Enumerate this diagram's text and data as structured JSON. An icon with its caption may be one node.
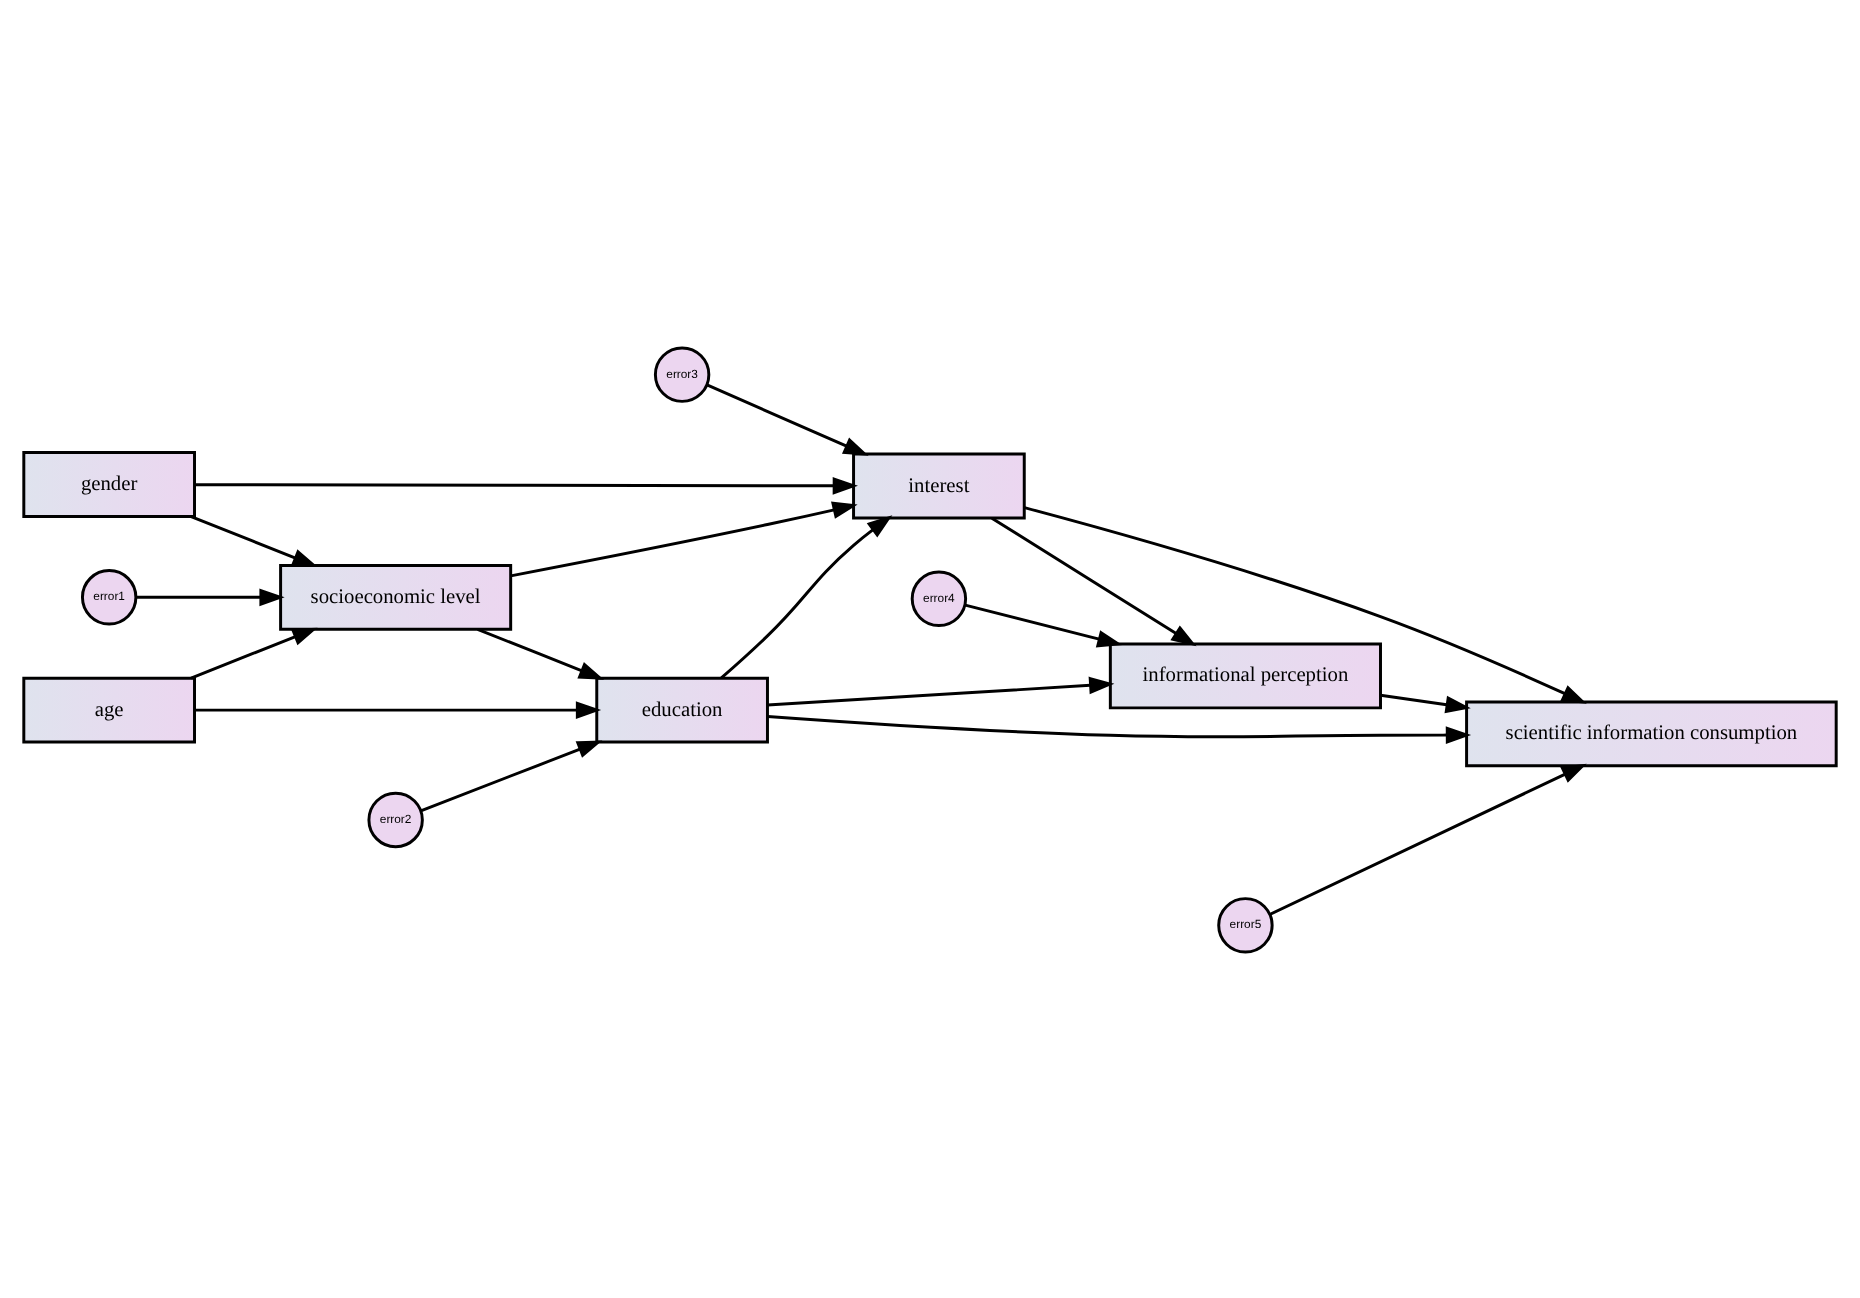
{
  "diagram": {
    "nodes": [
      {
        "text": [
          "gender"
        ]
      },
      {
        "text": [
          "socioeconomic level"
        ]
      },
      {
        "text": [
          "age"
        ]
      },
      {
        "text": [
          "education"
        ]
      },
      {
        "text": [
          "interest"
        ]
      },
      {
        "text": [
          "informational perception"
        ]
      },
      {
        "text": [
          "scientific information consumption"
        ]
      },
      {
        "text": [
          "error1"
        ]
      },
      {
        "text": [
          "error2"
        ]
      },
      {
        "text": [
          "error3"
        ]
      },
      {
        "text": [
          "error4"
        ]
      },
      {
        "text": [
          "error5"
        ]
      }
    ],
    "edges": [
      {
        "from": 0,
        "to": 4,
        "arrow": "to"
      },
      {
        "from": 0,
        "to": 1,
        "arrow": "to"
      },
      {
        "from": 7,
        "to": 1,
        "arrow": "to"
      },
      {
        "from": 2,
        "to": 1,
        "arrow": "to"
      },
      {
        "from": 1,
        "to": 4,
        "arrow": "to"
      },
      {
        "from": 1,
        "to": 3,
        "arrow": "to"
      },
      {
        "from": 2,
        "to": 3,
        "arrow": "to"
      },
      {
        "from": 8,
        "to": 3,
        "arrow": "to"
      },
      {
        "from": 9,
        "to": 4,
        "arrow": "to"
      },
      {
        "from": 3,
        "to": 4,
        "arrow": "to"
      },
      {
        "from": 3,
        "to": 6,
        "arrow": "to"
      },
      {
        "from": 3,
        "to": 5,
        "arrow": "to"
      },
      {
        "from": 4,
        "to": 6,
        "arrow": "to"
      },
      {
        "from": 4,
        "to": 5,
        "arrow": "to"
      },
      {
        "from": 5,
        "to": 6,
        "arrow": "to"
      },
      {
        "from": 10,
        "to": 5,
        "arrow": "to"
      },
      {
        "from": 11,
        "to": 6,
        "arrow": "to"
      }
    ]
  }
}
